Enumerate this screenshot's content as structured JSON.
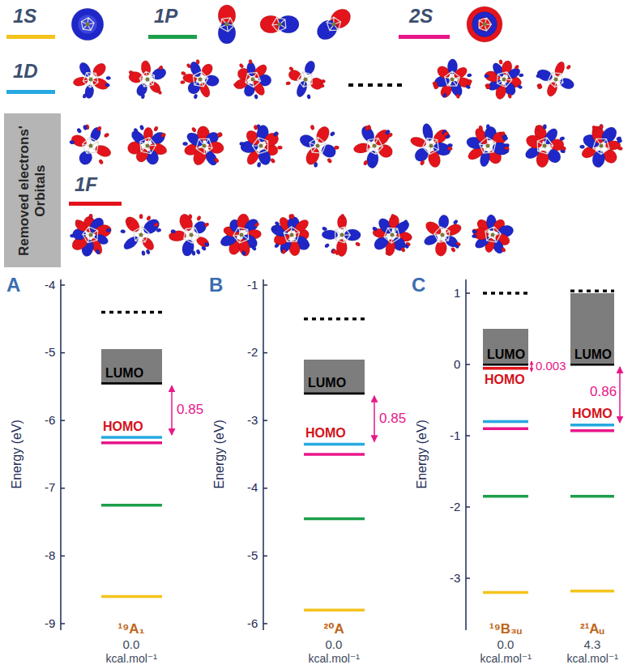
{
  "diagram": {
    "nodes": [
      {
        "text": [
          "Removed electrons' Orbitals"
        ]
      },
      {
        "text": [
          "LUMO"
        ]
      },
      {
        "text": [
          "LUMO"
        ]
      },
      {
        "text": [
          "LUMO"
        ]
      },
      {
        "text": [
          "LUMO"
        ]
      }
    ],
    "labels": [
      "A",
      "Energy (eV)",
      "-4",
      "-5",
      "-6",
      "-7",
      "-8",
      "-9",
      "HOMO",
      "0.85",
      "¹⁹A₁",
      "0.0",
      "kcal.mol⁻¹",
      "B",
      "Energy (eV)",
      "-1",
      "-2",
      "-3",
      "-4",
      "-5",
      "-6",
      "HOMO",
      "0.85",
      "²⁰A",
      "0.0",
      "kcal.mol⁻¹",
      "C",
      "Energy (eV)",
      "1",
      "0",
      "-1",
      "-2",
      "-3",
      "HOMO",
      "0.003",
      "HOMO",
      "0.86",
      "¹⁹B₃ᵤ",
      "0.0",
      "kcal.mol⁻¹",
      "²¹Aᵤ",
      "4.3",
      "kcal.mol⁻¹"
    ],
    "legend": [
      {
        "text": "1S",
        "color": "#f5c31c"
      },
      {
        "text": "1P",
        "color": "#1e9f4c"
      },
      {
        "text": "2S",
        "color": "#e8178a"
      },
      {
        "text": "1D",
        "color": "#27a9e1"
      },
      {
        "text": "1F",
        "color": "#e3131b"
      }
    ]
  }
}
